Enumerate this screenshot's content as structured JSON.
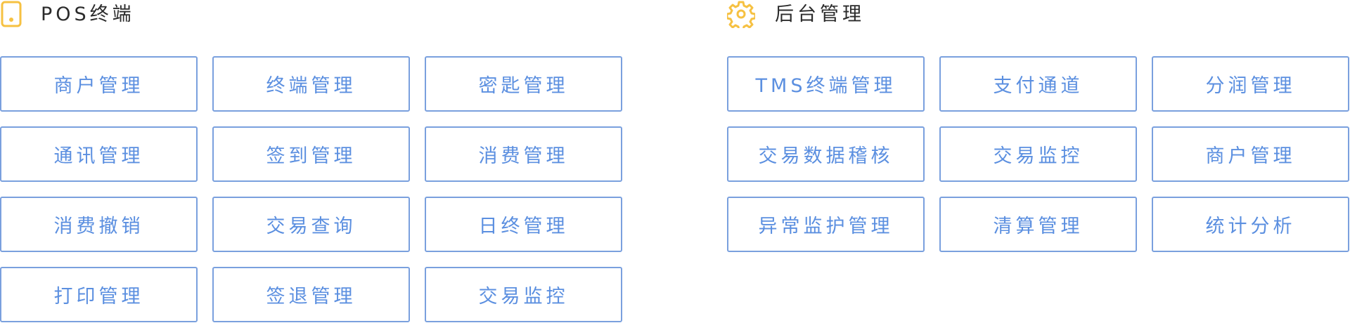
{
  "pos": {
    "title": "POS终端",
    "icon": "tablet-icon",
    "items": [
      "商户管理",
      "终端管理",
      "密匙管理",
      "通讯管理",
      "签到管理",
      "消费管理",
      "消费撤销",
      "交易查询",
      "日终管理",
      "打印管理",
      "签退管理",
      "交易监控"
    ]
  },
  "admin": {
    "title": "后台管理",
    "icon": "gear-icon",
    "items": [
      "TMS终端管理",
      "支付通道",
      "分润管理",
      "交易数据稽核",
      "交易监控",
      "商户管理",
      "异常监护管理",
      "清算管理",
      "统计分析"
    ]
  },
  "colors": {
    "accent": "#5b8fe0",
    "border": "#7aa0de",
    "icon": "#f6c142",
    "title": "#2b2b2b"
  }
}
